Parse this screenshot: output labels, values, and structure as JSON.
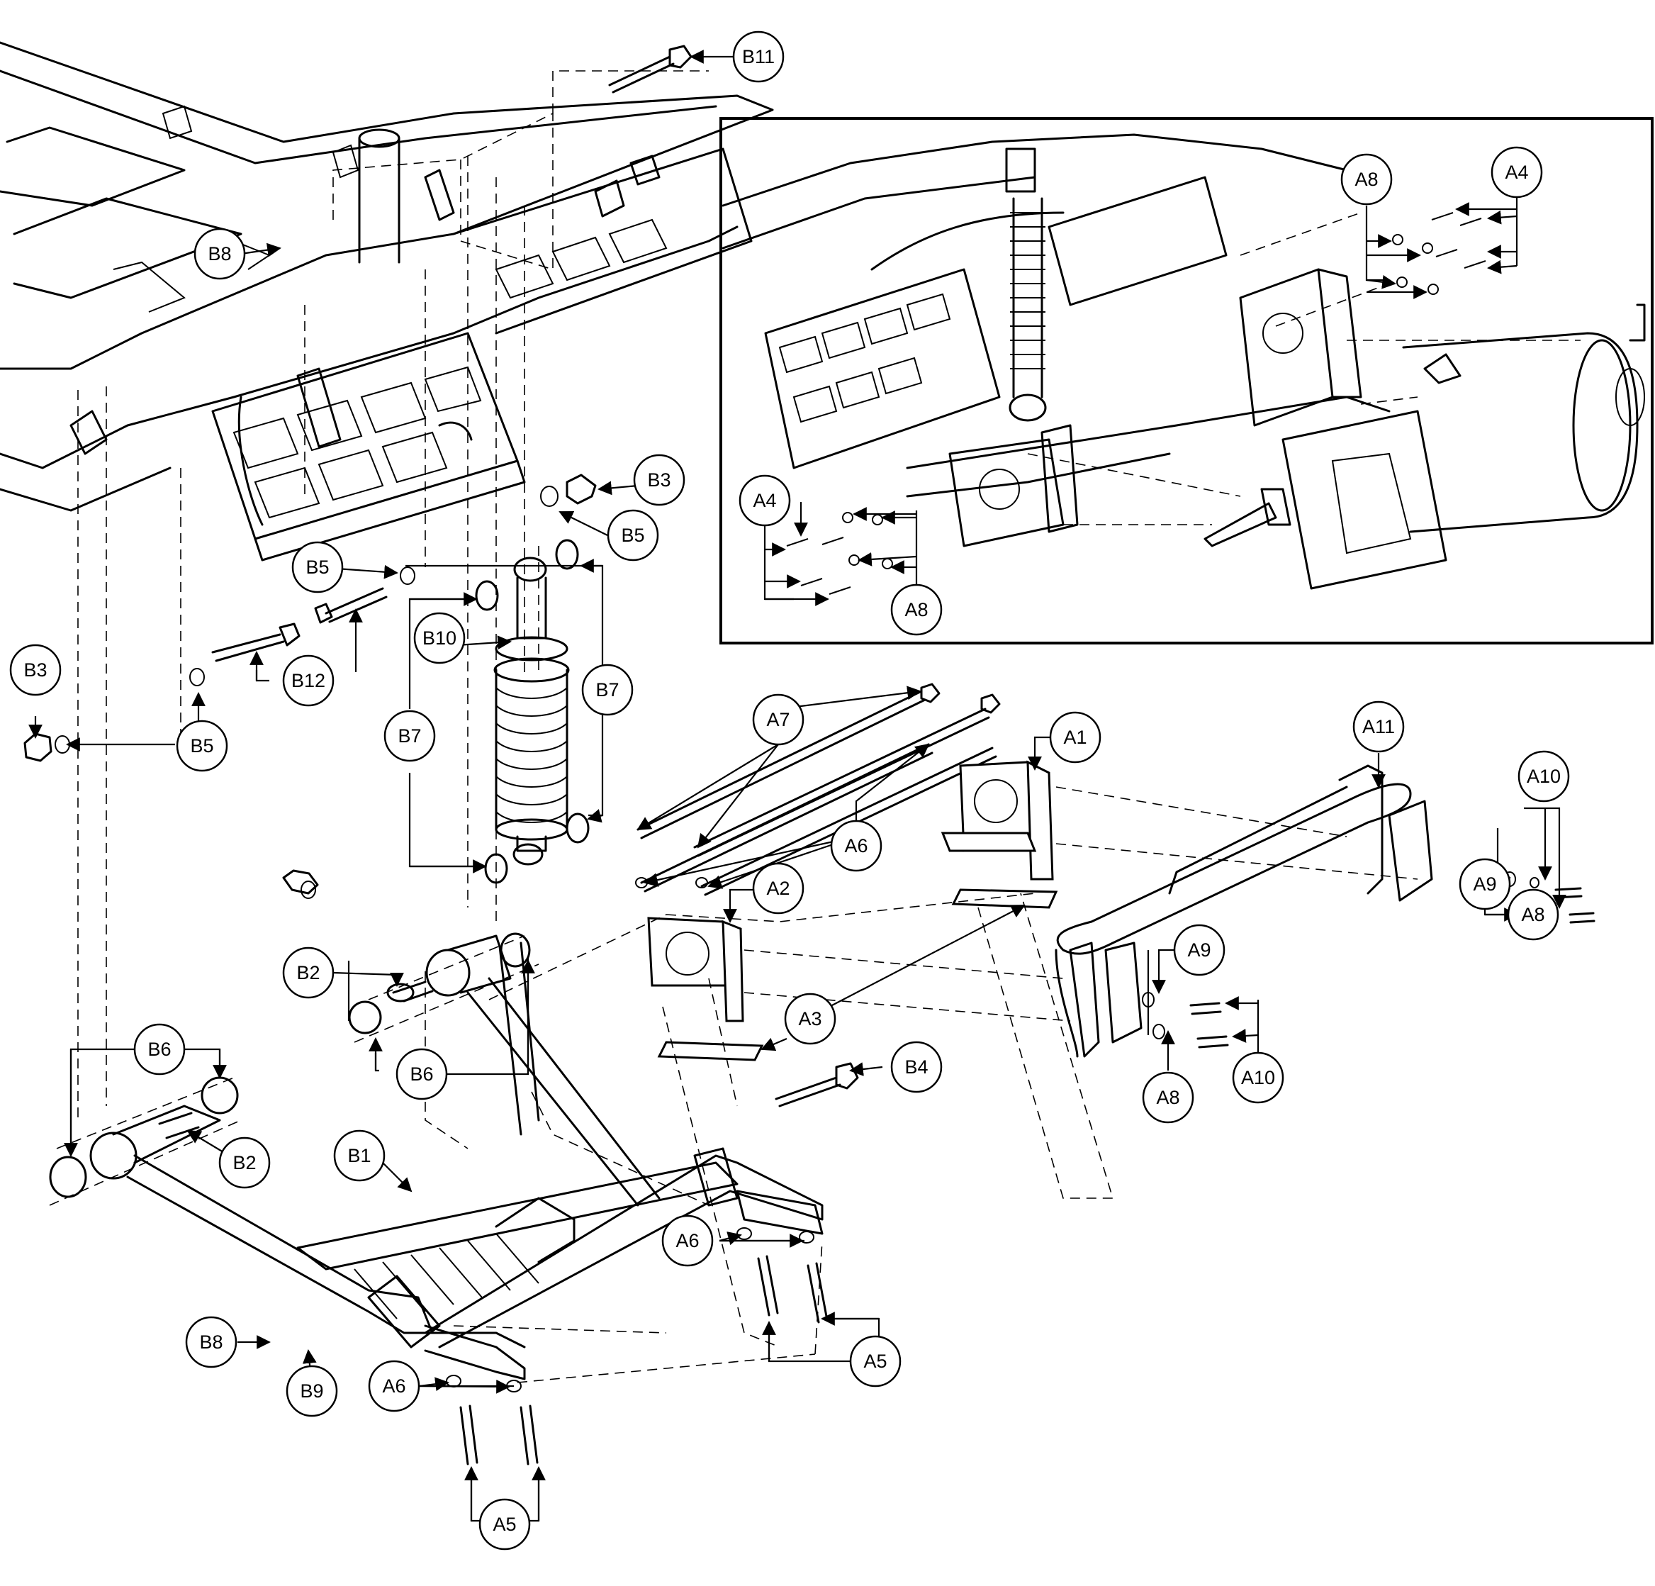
{
  "diagram": {
    "callouts": [
      {
        "id": "b11",
        "label": "B11"
      },
      {
        "id": "b8-top",
        "label": "B8"
      },
      {
        "id": "b3-right",
        "label": "B3"
      },
      {
        "id": "b5-right",
        "label": "B5"
      },
      {
        "id": "b5-mid",
        "label": "B5"
      },
      {
        "id": "b10",
        "label": "B10"
      },
      {
        "id": "b7-right",
        "label": "B7"
      },
      {
        "id": "b7-left",
        "label": "B7"
      },
      {
        "id": "b12",
        "label": "B12"
      },
      {
        "id": "b3-left",
        "label": "B3"
      },
      {
        "id": "b5-left",
        "label": "B5"
      },
      {
        "id": "a8-inset-top",
        "label": "A8"
      },
      {
        "id": "a4-inset-top",
        "label": "A4"
      },
      {
        "id": "a4-inset-bottom",
        "label": "A4"
      },
      {
        "id": "a8-inset-bottom",
        "label": "A8"
      },
      {
        "id": "a7",
        "label": "A7"
      },
      {
        "id": "a1",
        "label": "A1"
      },
      {
        "id": "a6-upper",
        "label": "A6"
      },
      {
        "id": "a2",
        "label": "A2"
      },
      {
        "id": "a3",
        "label": "A3"
      },
      {
        "id": "a11",
        "label": "A11"
      },
      {
        "id": "a10-right",
        "label": "A10"
      },
      {
        "id": "a9-right",
        "label": "A9"
      },
      {
        "id": "a8-right",
        "label": "A8"
      },
      {
        "id": "a9-mid",
        "label": "A9"
      },
      {
        "id": "a10-mid",
        "label": "A10"
      },
      {
        "id": "a8-mid",
        "label": "A8"
      },
      {
        "id": "b2-upper",
        "label": "B2"
      },
      {
        "id": "b6-upper",
        "label": "B6"
      },
      {
        "id": "b6-left",
        "label": "B6"
      },
      {
        "id": "b2-lower",
        "label": "B2"
      },
      {
        "id": "b1",
        "label": "B1"
      },
      {
        "id": "b4",
        "label": "B4"
      },
      {
        "id": "a6-lower-right",
        "label": "A6"
      },
      {
        "id": "a5-right",
        "label": "A5"
      },
      {
        "id": "b8-bottom",
        "label": "B8"
      },
      {
        "id": "b9",
        "label": "B9"
      },
      {
        "id": "a6-lower-left",
        "label": "A6"
      },
      {
        "id": "a5-bottom",
        "label": "A5"
      }
    ]
  }
}
